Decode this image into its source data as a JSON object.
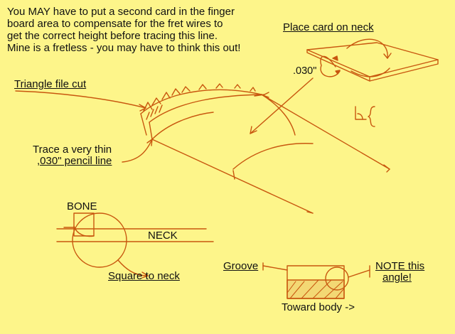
{
  "colors": {
    "paper": "#fdf58a",
    "ink": "#c8560e",
    "text": "#111111"
  },
  "intro_lines": [
    "You MAY have to put a second card in the finger",
    "board area to compensate for the fret wires to",
    "get the correct height before tracing this line.",
    "Mine is a fretless - you may have to think this out!"
  ],
  "labels": {
    "place_card": "Place card on neck",
    "card_thickness": ".030\"",
    "triangle_cut": "Triangle file cut",
    "trace_line_1": "Trace a very thin",
    "trace_line_2": ",030\" pencil line",
    "bone": "BONE",
    "neck": "NECK",
    "square_to_neck": "Square to neck",
    "groove": "Groove",
    "note_angle_1": "NOTE this",
    "note_angle_2": "angle!",
    "toward_body": "Toward body ->"
  }
}
